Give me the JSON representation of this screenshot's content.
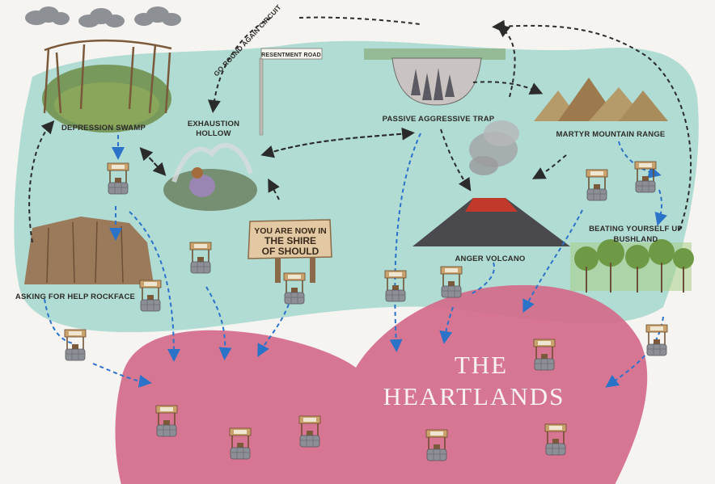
{
  "map": {
    "heartlands_line1": "THE",
    "heartlands_line2": "HEARTLANDS",
    "places": {
      "depression_swamp": "DEPRESSION SWAMP",
      "exhaustion_hollow_line1": "EXHAUSTION",
      "exhaustion_hollow_line2": "HOLLOW",
      "passive_aggressive_trap": "PASSIVE AGGRESSIVE TRAP",
      "martyr_mountain_range": "MARTYR MOUNTAIN RANGE",
      "anger_volcano": "ANGER VOLCANO",
      "beating_yourself_up_line1": "BEATING YOURSELF UP",
      "beating_yourself_up_line2": "BUSHLAND",
      "asking_for_help_rockface": "ASKING FOR HELP ROCKFACE"
    },
    "circuit_label": "GO ROUND AGAIN CIRCUIT",
    "road_sign": "RESENTMENT ROAD",
    "shire_sign": {
      "line1": "YOU ARE NOW IN",
      "line2": "THE SHIRE",
      "line3": "OF SHOULD"
    },
    "colors": {
      "sea": "#a9d9cf",
      "heartlands": "#d46a8a",
      "black_path": "#2b2b2b",
      "blue_path": "#2b73c9"
    },
    "icons": [
      "cloud-icon",
      "wishing-well-icon",
      "volcano-icon",
      "mountain-icon",
      "tree-icon",
      "signpost-icon"
    ]
  }
}
